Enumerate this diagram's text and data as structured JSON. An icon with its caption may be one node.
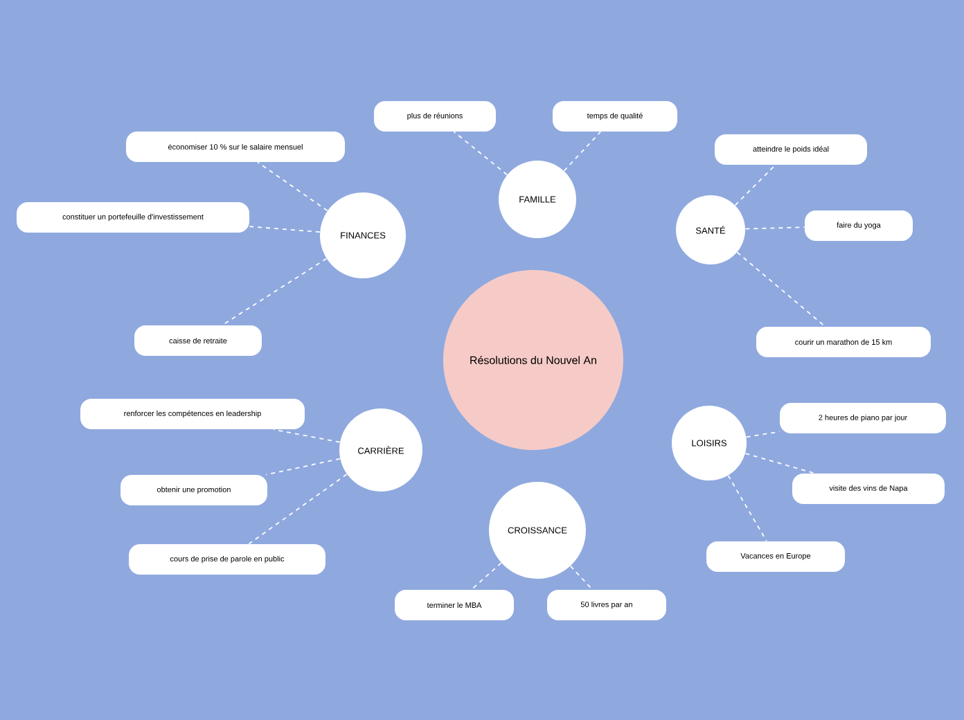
{
  "diagram": {
    "nodes": [
      {
        "text": [
          "Résolutions du Nouvel An"
        ]
      },
      {
        "text": [
          "FINANCES"
        ]
      },
      {
        "text": [
          "économiser 10 % sur le salaire mensuel"
        ]
      },
      {
        "text": [
          "constituer un portefeuille d'investissement"
        ]
      },
      {
        "text": [
          "caisse de retraite"
        ]
      },
      {
        "text": [
          "FAMILLE"
        ]
      },
      {
        "text": [
          "plus de réunions"
        ]
      },
      {
        "text": [
          "temps de qualité"
        ]
      },
      {
        "text": [
          "SANTÉ"
        ]
      },
      {
        "text": [
          "atteindre le poids idéal"
        ]
      },
      {
        "text": [
          "faire du yoga"
        ]
      },
      {
        "text": [
          "courir un marathon de 15 km"
        ]
      },
      {
        "text": [
          "CARRIÈRE"
        ]
      },
      {
        "text": [
          "renforcer les compétences en leadership"
        ]
      },
      {
        "text": [
          "obtenir une promotion"
        ]
      },
      {
        "text": [
          "cours de prise de parole en public"
        ]
      },
      {
        "text": [
          "CROISSANCE"
        ]
      },
      {
        "text": [
          "terminer le MBA"
        ]
      },
      {
        "text": [
          "50 livres par an"
        ]
      },
      {
        "text": [
          "LOISIRS"
        ]
      },
      {
        "text": [
          "2 heures de piano par jour"
        ]
      },
      {
        "text": [
          "visite des vins de Napa"
        ]
      },
      {
        "text": [
          "Vacances en Europe"
        ]
      }
    ],
    "edges": [
      {
        "from": 1,
        "to": 2,
        "arrow": "none",
        "style": "dashed"
      },
      {
        "from": 1,
        "to": 3,
        "arrow": "none",
        "style": "dashed"
      },
      {
        "from": 1,
        "to": 4,
        "arrow": "none",
        "style": "dashed"
      },
      {
        "from": 5,
        "to": 6,
        "arrow": "none",
        "style": "dashed"
      },
      {
        "from": 5,
        "to": 7,
        "arrow": "none",
        "style": "dashed"
      },
      {
        "from": 8,
        "to": 9,
        "arrow": "none",
        "style": "dashed"
      },
      {
        "from": 8,
        "to": 10,
        "arrow": "none",
        "style": "dashed"
      },
      {
        "from": 8,
        "to": 11,
        "arrow": "none",
        "style": "dashed"
      },
      {
        "from": 12,
        "to": 13,
        "arrow": "none",
        "style": "dashed"
      },
      {
        "from": 12,
        "to": 14,
        "arrow": "none",
        "style": "dashed"
      },
      {
        "from": 12,
        "to": 15,
        "arrow": "none",
        "style": "dashed"
      },
      {
        "from": 16,
        "to": 17,
        "arrow": "none",
        "style": "dashed"
      },
      {
        "from": 16,
        "to": 18,
        "arrow": "none",
        "style": "dashed"
      },
      {
        "from": 19,
        "to": 20,
        "arrow": "none",
        "style": "dashed"
      },
      {
        "from": 19,
        "to": 21,
        "arrow": "none",
        "style": "dashed"
      },
      {
        "from": 19,
        "to": 22,
        "arrow": "none",
        "style": "dashed"
      }
    ]
  }
}
